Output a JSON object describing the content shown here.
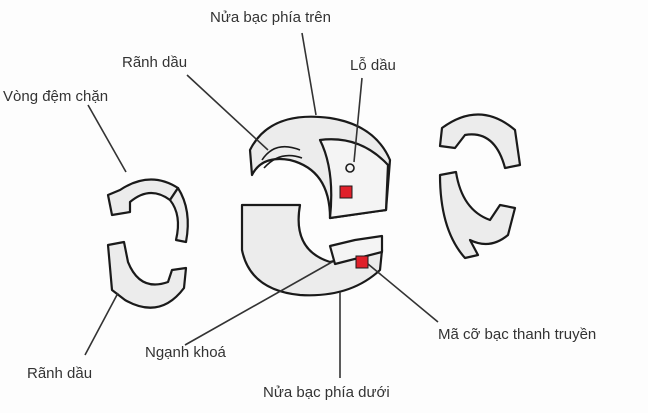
{
  "labels": {
    "upper_half": "Nửa bạc phía trên",
    "oil_groove_top": "Rãnh dầu",
    "oil_hole": "Lỗ dầu",
    "thrust_washer": "Vòng đệm chặn",
    "oil_groove_bottom": "Rãnh dầu",
    "locking_tab": "Ngạnh khoá",
    "lower_half": "Nửa bạc phía dưới",
    "size_code": "Mã cỡ bạc thanh truyền"
  },
  "colors": {
    "part_fill": "#ececec",
    "outline": "#1a1a1a",
    "size_mark": "#e0202a"
  }
}
